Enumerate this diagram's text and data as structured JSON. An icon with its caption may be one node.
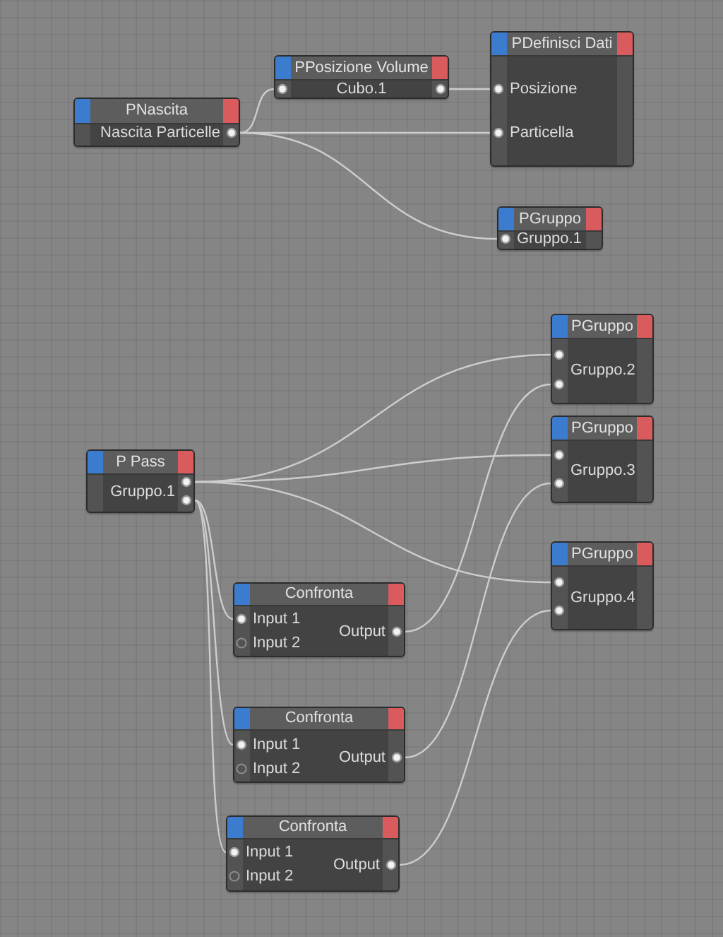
{
  "diagram": {
    "nodes": [
      {
        "text": [
          "PNascita",
          "Nascita Particelle"
        ]
      },
      {
        "text": [
          "PPosizione Volume",
          "Cubo.1"
        ]
      },
      {
        "text": [
          "PDefinisci Dati",
          "Posizione",
          "Particella"
        ]
      },
      {
        "text": [
          "PGruppo",
          "Gruppo.1"
        ]
      },
      {
        "text": [
          "P Pass",
          "Gruppo.1"
        ]
      },
      {
        "text": [
          "PGruppo",
          "Gruppo.2"
        ]
      },
      {
        "text": [
          "PGruppo",
          "Gruppo.3"
        ]
      },
      {
        "text": [
          "PGruppo",
          "Gruppo.4"
        ]
      },
      {
        "text": [
          "Confronta",
          "Input 1",
          "Input 2",
          "Output"
        ]
      },
      {
        "text": [
          "Confronta",
          "Input 1",
          "Input 2",
          "Output"
        ]
      },
      {
        "text": [
          "Confronta",
          "Input 1",
          "Input 2",
          "Output"
        ]
      }
    ],
    "edges": [
      {
        "from": 0,
        "to": 1,
        "arrow": "none"
      },
      {
        "from": 1,
        "to": 2,
        "arrow": "none"
      },
      {
        "from": 0,
        "to": 2,
        "arrow": "none"
      },
      {
        "from": 0,
        "to": 3,
        "arrow": "none"
      },
      {
        "from": 4,
        "to": 5,
        "arrow": "none"
      },
      {
        "from": 4,
        "to": 6,
        "arrow": "none"
      },
      {
        "from": 4,
        "to": 7,
        "arrow": "none"
      },
      {
        "from": 4,
        "to": 8,
        "arrow": "none"
      },
      {
        "from": 4,
        "to": 9,
        "arrow": "none"
      },
      {
        "from": 4,
        "to": 10,
        "arrow": "none"
      },
      {
        "from": 8,
        "to": 5,
        "arrow": "none"
      },
      {
        "from": 9,
        "to": 6,
        "arrow": "none"
      },
      {
        "from": 10,
        "to": 7,
        "arrow": "none"
      }
    ]
  }
}
